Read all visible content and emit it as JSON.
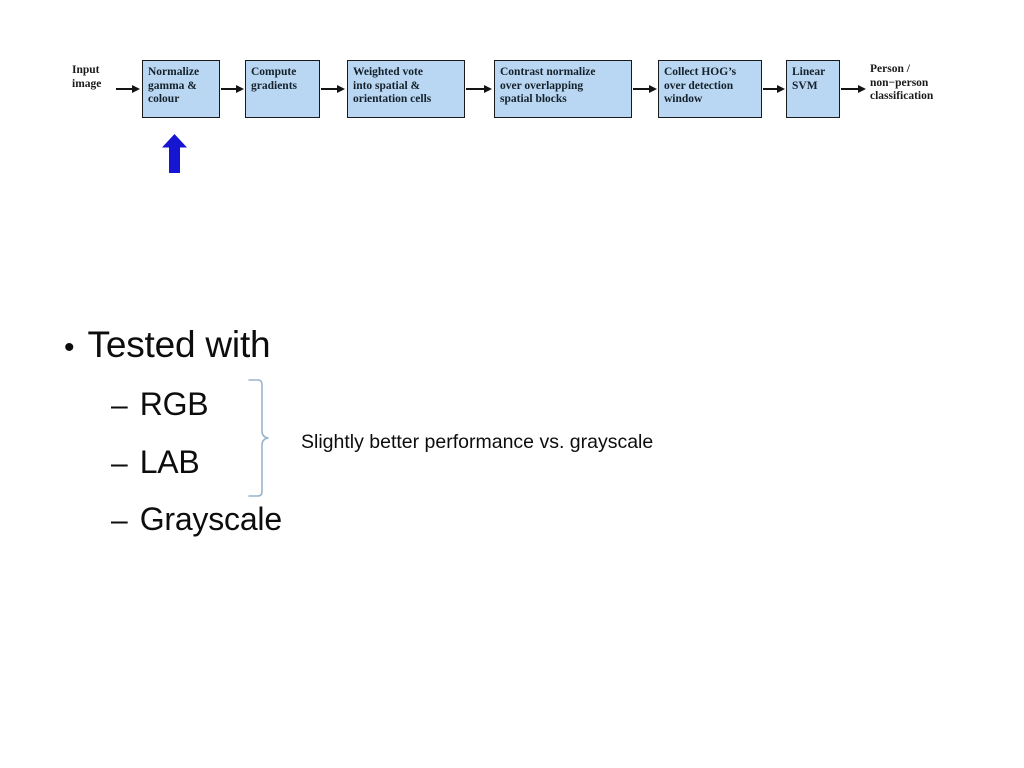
{
  "slide": {
    "background_color": "#ffffff"
  },
  "diagram": {
    "name": "hog-detection-pipeline",
    "input_label": {
      "line1": "Input",
      "line2": "image"
    },
    "output_label": {
      "line1": "Person /",
      "line2": "non−person",
      "line3": "classification"
    },
    "box_fill_color": "#b9d7f2",
    "box_border_color": "#1a1a1a",
    "arrow_color": "#141414",
    "stages": [
      {
        "id": "normalize-gamma-colour",
        "lines": [
          "Normalize",
          "gamma &",
          "colour"
        ]
      },
      {
        "id": "compute-gradients",
        "lines": [
          "Compute",
          "gradients"
        ]
      },
      {
        "id": "weighted-vote",
        "lines": [
          "Weighted vote",
          "into spatial &",
          "orientation cells"
        ]
      },
      {
        "id": "contrast-normalize",
        "lines": [
          "Contrast normalize",
          "over overlapping",
          "spatial blocks"
        ]
      },
      {
        "id": "collect-hogs",
        "lines": [
          "Collect HOG’s",
          "over detection",
          "window"
        ]
      },
      {
        "id": "linear-svm",
        "lines": [
          "Linear",
          "SVM"
        ]
      }
    ],
    "highlight_arrow": {
      "name": "blue-up-arrow",
      "color": "#1616d2",
      "points_to": "normalize-gamma-colour"
    }
  },
  "content": {
    "bullet_symbol": "•",
    "dash_symbol": "–",
    "level1": "Tested with",
    "level2": [
      "RGB",
      "LAB",
      "Grayscale"
    ],
    "brace_color": "#9ab4cc",
    "annotation": "Slightly better performance vs. grayscale"
  }
}
